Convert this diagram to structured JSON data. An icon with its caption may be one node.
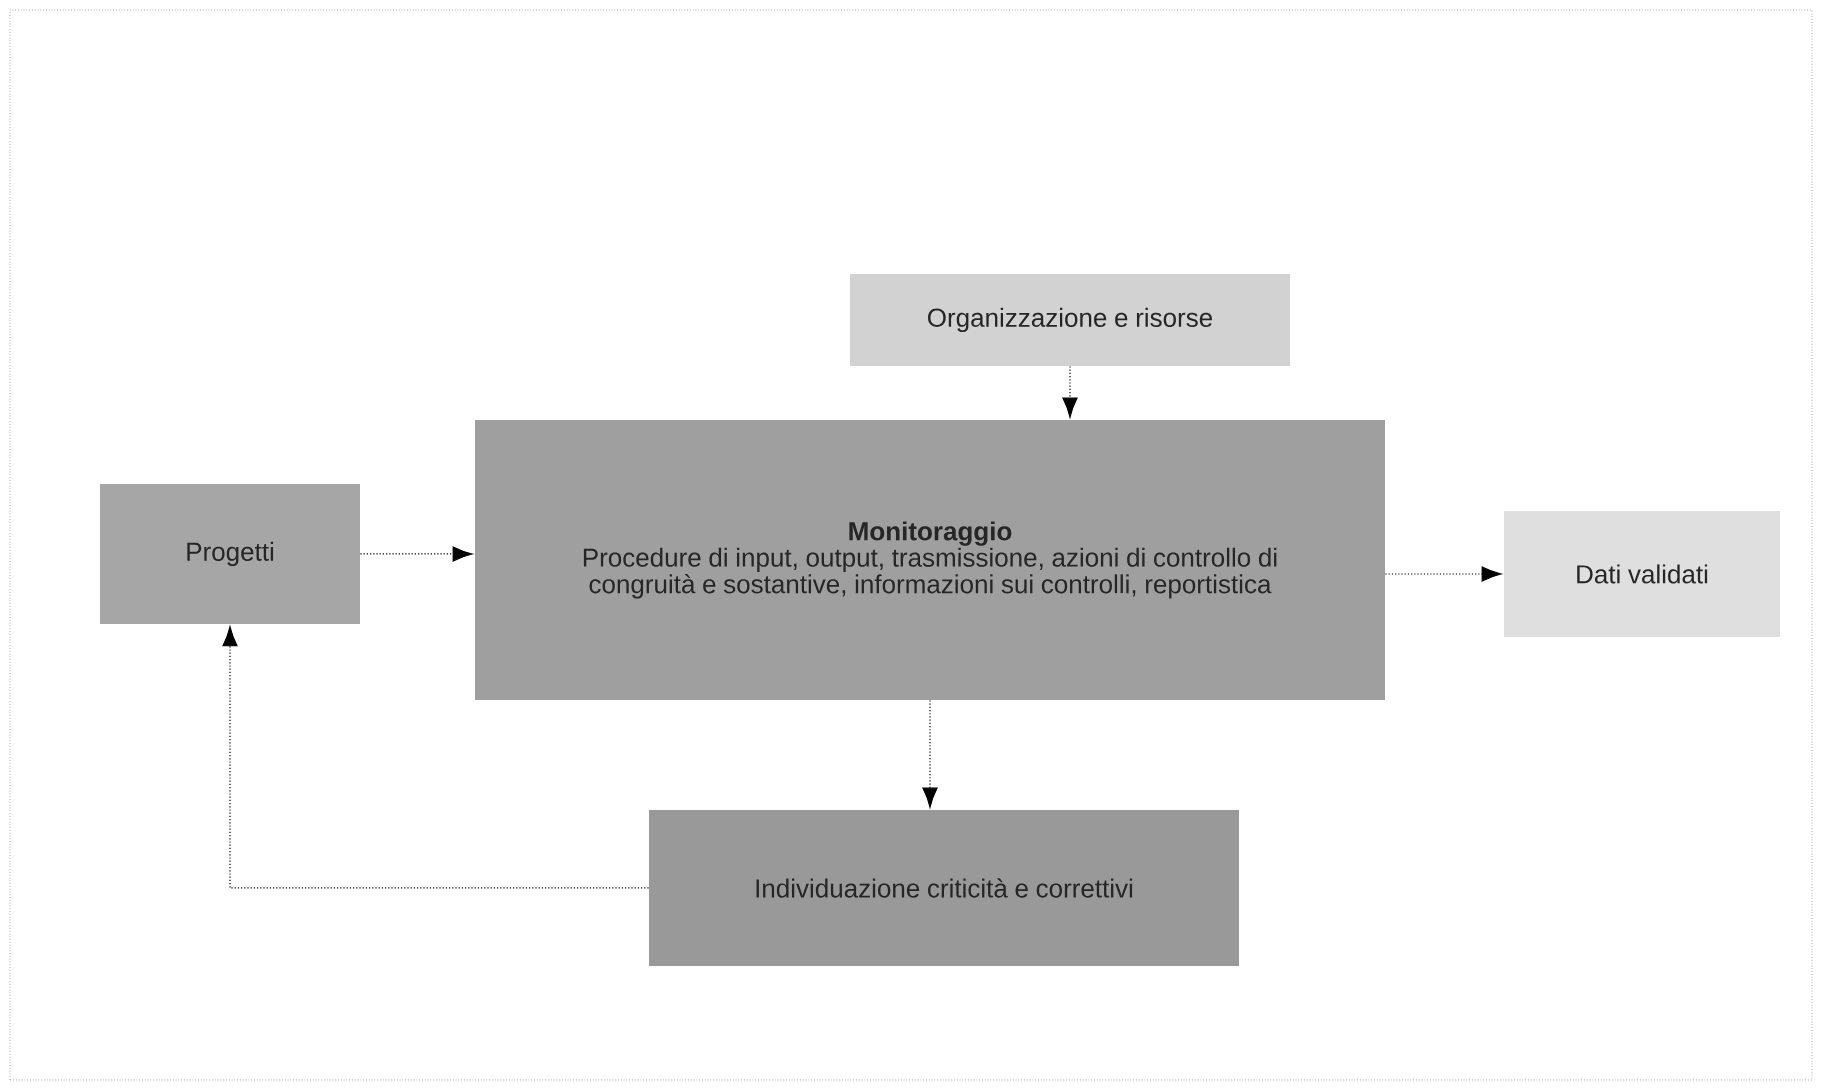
{
  "diagram": {
    "nodes": [
      {
        "text": [
          "Organizzazione e risorse"
        ]
      },
      {
        "text": [
          "Progetti"
        ]
      },
      {
        "text": [
          "Monitoraggio",
          "Procedure di input, output, trasmissione, azioni di controllo di congruità e sostantive, informazioni sui controlli, reportistica"
        ]
      },
      {
        "text": [
          "Dati validati"
        ]
      },
      {
        "text": [
          "Individuazione criticità e correttivi"
        ]
      }
    ],
    "edges": [
      {
        "from": 0,
        "to": 2,
        "arrow": "to"
      },
      {
        "from": 1,
        "to": 2,
        "arrow": "to"
      },
      {
        "from": 2,
        "to": 3,
        "arrow": "to"
      },
      {
        "from": 2,
        "to": 4,
        "arrow": "to"
      },
      {
        "from": 4,
        "to": 1,
        "arrow": "to"
      }
    ]
  }
}
